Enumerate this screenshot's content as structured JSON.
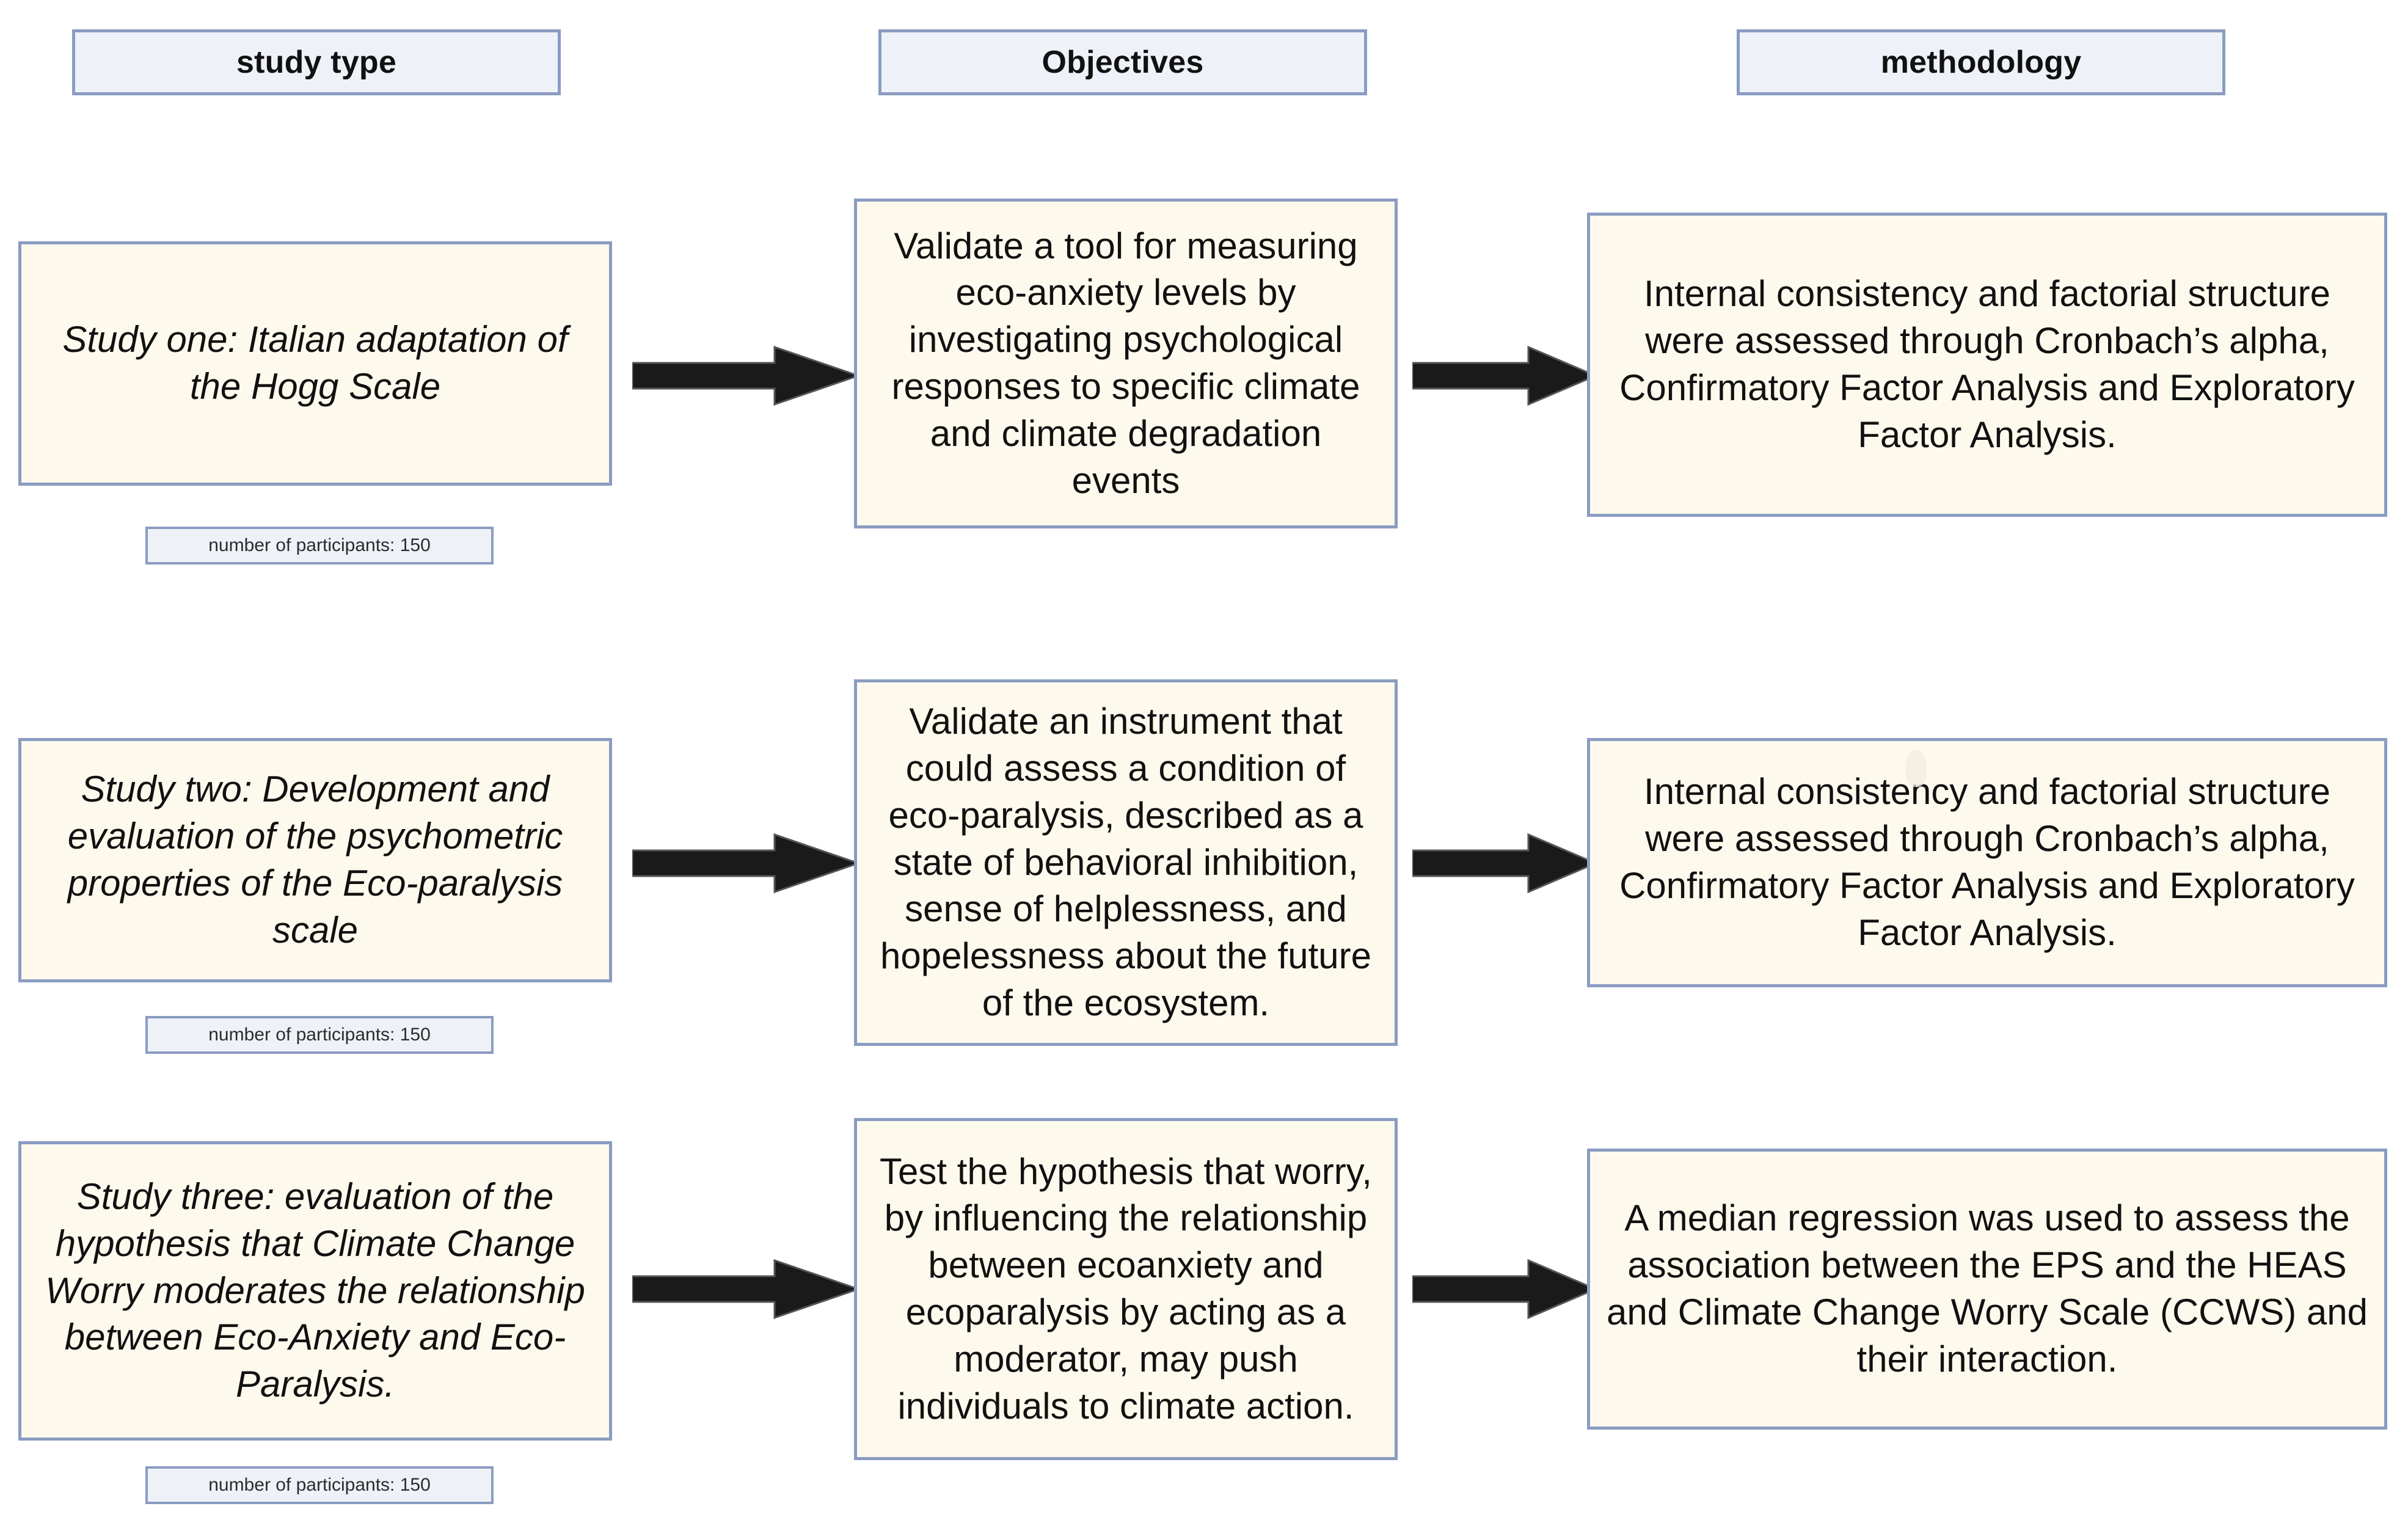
{
  "diagram": {
    "title": "Study design overview flowchart",
    "colors": {
      "box_border": "#8a9cc2",
      "header_fill": "#eef2f8",
      "content_fill": "#fdfaed",
      "arrow_fill": "#1a1a1a",
      "text": "#111111",
      "background": "#ffffff"
    },
    "columns": [
      {
        "id": "study-type",
        "label": "study type"
      },
      {
        "id": "objectives",
        "label": "Objectives"
      },
      {
        "id": "methodology",
        "label": "methodology"
      }
    ],
    "rows": [
      {
        "id": "study-one",
        "study_type": "Study one: Italian adaptation of the Hogg Scale",
        "participants": "number of participants: 150",
        "objective": "Validate a tool for measuring eco-anxiety levels by investigating psychological responses to specific climate and climate degradation events",
        "methodology": "Internal consistency and factorial structure were assessed through Cronbach’s alpha, Confirmatory Factor Analysis and Exploratory Factor Analysis.",
        "arrow_1": "right-arrow",
        "arrow_2": "right-arrow"
      },
      {
        "id": "study-two",
        "study_type": "Study two: Development and evaluation of the psychometric properties of the Eco-paralysis scale",
        "participants": "number of participants: 150",
        "objective": "Validate an instrument that could assess a condition of eco-paralysis, described as a state of behavioral inhibition, sense of helplessness, and hopelessness about the future of the ecosystem.",
        "methodology": "Internal consistency and factorial structure were assessed through Cronbach’s alpha, Confirmatory Factor Analysis and Exploratory Factor Analysis.",
        "arrow_1": "right-arrow",
        "arrow_2": "right-arrow"
      },
      {
        "id": "study-three",
        "study_type": "Study three: evaluation of the hypothesis that Climate Change Worry moderates the relationship between Eco-Anxiety and Eco-Paralysis.",
        "participants": "number of participants: 150",
        "objective": "Test the hypothesis that worry, by influencing the relationship between ecoanxiety and ecoparalysis by acting as a moderator, may push individuals to climate action.",
        "methodology": "A median regression was used to assess the association between the EPS and the HEAS and Climate Change Worry Scale (CCWS) and their interaction.",
        "arrow_1": "right-arrow",
        "arrow_2": "right-arrow"
      }
    ]
  }
}
